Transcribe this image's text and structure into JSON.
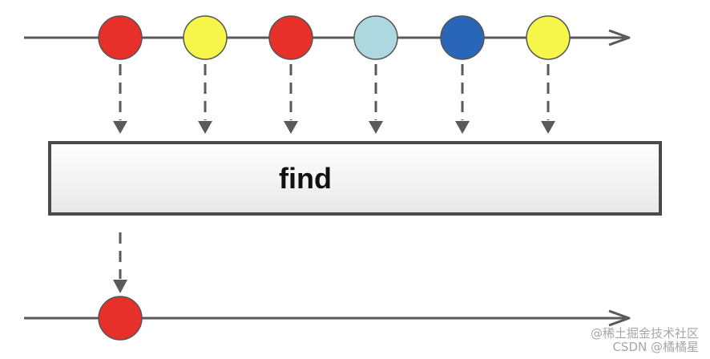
{
  "operator": {
    "label": "find"
  },
  "input_stream": {
    "marbles": [
      {
        "color": "#e8302a"
      },
      {
        "color": "#f5f54a"
      },
      {
        "color": "#e8302a"
      },
      {
        "color": "#add8e0"
      },
      {
        "color": "#2a66b8"
      },
      {
        "color": "#f5f54a"
      }
    ]
  },
  "output_stream": {
    "marbles": [
      {
        "color": "#e8302a"
      }
    ]
  },
  "colors": {
    "line": "#5a5a5a",
    "marble_stroke": "#555555",
    "box_border": "#4a4a4a",
    "box_fill_top": "#ffffff",
    "box_fill_bottom": "#e8e8e8"
  },
  "watermark": {
    "line1": "@稀土掘金技术社区",
    "line2": "CSDN @橘橘星"
  }
}
